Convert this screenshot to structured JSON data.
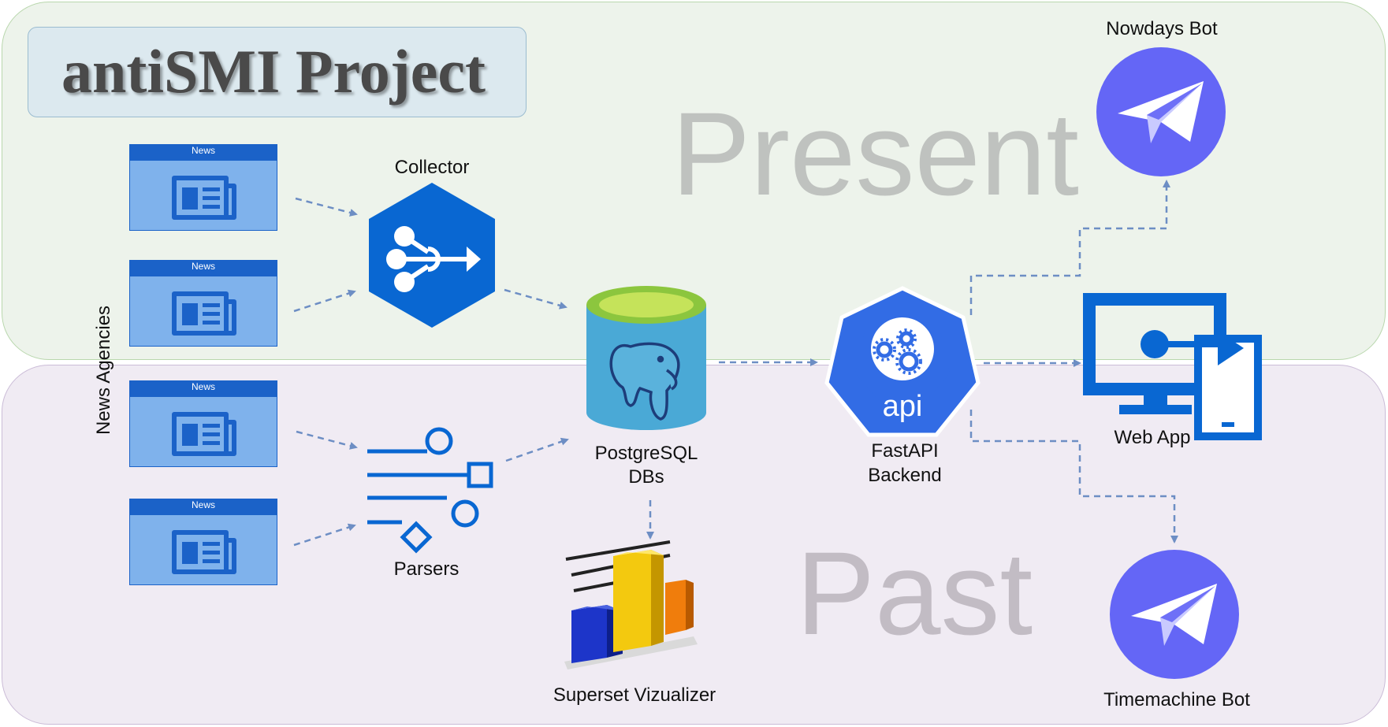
{
  "title": "antiSMI Project",
  "zones": {
    "present": "Present",
    "past": "Past"
  },
  "sources_label": "News Agencies",
  "news_cards": [
    "News",
    "News",
    "News",
    "News"
  ],
  "nodes": {
    "collector": "Collector",
    "parsers": "Parsers",
    "db_line1": "PostgreSQL",
    "db_line2": "DBs",
    "db_icon_label": "",
    "api_icon_text": "api",
    "backend_line1": "FastAPI",
    "backend_line2": "Backend",
    "web_app": "Web App",
    "nowdays_bot": "Nowdays Bot",
    "timemachine_bot": "Timemachine Bot",
    "superset": "Superset Vizualizer"
  },
  "colors": {
    "azure_blue": "#0967d2",
    "telegram_purple": "#6466f6",
    "arrow": "#6d8ec4",
    "db_body": "#4aa9d6",
    "db_top": "#8cc63e",
    "k8s_blue": "#326ce5"
  },
  "icons": {
    "collector": "hub-icon",
    "parsers": "parser-icon",
    "db": "postgres-elephant-icon",
    "backend": "api-gear-icon",
    "web_app": "monitor-tablet-icon",
    "bots": "telegram-plane-icon",
    "superset": "bar-chart-icon",
    "news": "newspaper-icon"
  }
}
